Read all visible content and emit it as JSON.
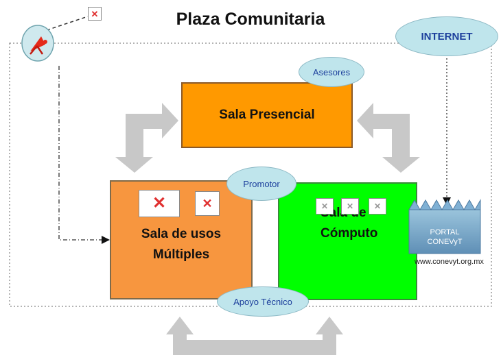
{
  "title": "Plaza Comunitaria",
  "rooms": {
    "presencial": "Sala Presencial",
    "usos_line1": "Sala de usos",
    "usos_line2": "Múltiples",
    "computo_line1": "Sala de",
    "computo_line2": "Cómputo"
  },
  "roles": {
    "asesores": "Asesores",
    "promotor": "Promotor",
    "apoyo": "Apoyo Técnico",
    "internet": "INTERNET"
  },
  "portal": {
    "line1": "PORTAL",
    "line2": "CONEVyT",
    "url": "www.conevyt.org.mx"
  },
  "colors": {
    "orange": "#ff9900",
    "green": "#00ff00",
    "ellipse": "#bfe5ec",
    "arrow_gray": "#c8c8c8"
  }
}
